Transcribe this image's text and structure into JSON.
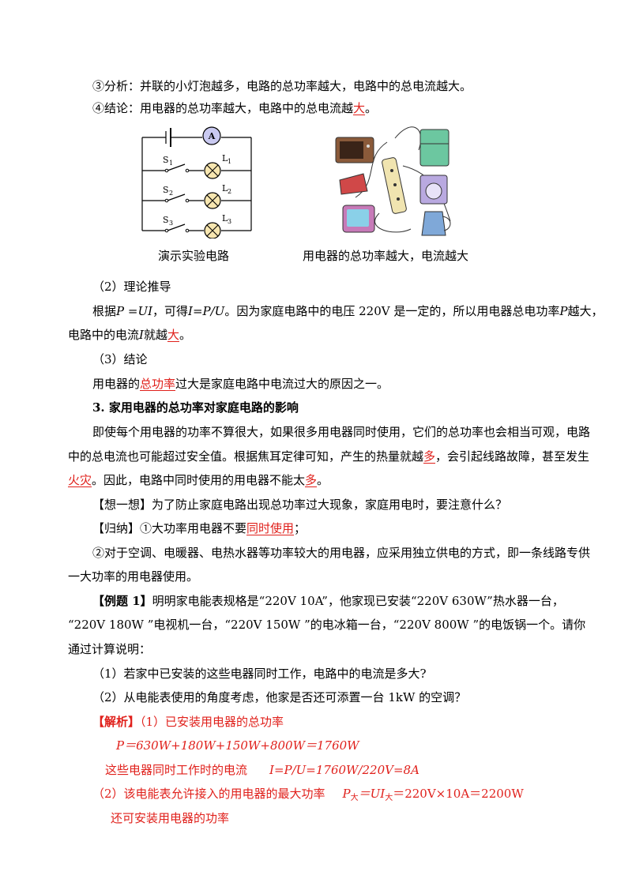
{
  "lines": {
    "l1": "③分析：并联的小灯泡越多，电路的总功率越大，电路中的总电流越大。",
    "l2_pre": "④结论：用电器的总功率越大，电路中的总电流越",
    "l2_ans": "大",
    "l2_post": "。",
    "cap1": "演示实验电路",
    "cap2": "用电器的总功率越大，电流越大",
    "h2": "（2）理论推导",
    "p1_a": "根据",
    "p1_b": "P",
    "p1_c": " =",
    "p1_d": "UI",
    "p1_e": "，可得",
    "p1_f": "I=P/U",
    "p1_g": "。因为家庭电路中的电压 220V 是一定的，所以用电器总电功率",
    "p1_h": "P",
    "p1_i": "越大，",
    "p2_a": "电路中的电流",
    "p2_b": "I",
    "p2_c": "就越",
    "p2_ans": "大",
    "p2_post": "。",
    "h3": "（3）结论",
    "p3_pre": "用电器的",
    "p3_ans": "总功率",
    "p3_post": "过大是家庭电路中电流过大的原因之一。",
    "sec3": "3. 家用电器的总功率对家庭电路的影响",
    "p4": "即使每个用电器的功率不算很大，如果很多用电器同时使用，它们的总功率也会相当可观，电路",
    "p5_pre": "中的总电流也可能超过安全值。根据焦耳定律可知，产生的热量就越",
    "p5_ans": "多",
    "p5_post": "，会引起线路故障，甚至发生",
    "p6_ans1": "火灾",
    "p6_mid": "。因此，电路中同时使用的用电器不能太",
    "p6_ans2": "多",
    "p6_post": "。",
    "think": "【想一想】为了防止家庭电路出现总功率过大现象，家庭用电时，要注意什么？",
    "sum_pre": "【归纳】①大功率用电器不要",
    "sum_ans": "同时使用",
    "sum_post": "；",
    "sum2": "②对于空调、电暖器、电热水器等功率较大的用电器，应采用独立供电的方式，即一条线路专供",
    "sum3": "一大功率的用电器使用。",
    "ex1_tag": "【例题 1】",
    "ex1_a": "明明家电能表规格是“220V 10A”，他家现已安装“220V 630W”热水器一台，",
    "ex1_b": "“220V 180W  ”电视机一台，“220V 150W  ”的电冰箱一台，“220V 800W  ”的电饭锅一个。请你",
    "ex1_c": "通过计算说明：",
    "q1": "（1）若家中已安装的这些电器同时工作，电路中的电流是多大?",
    "q2": "（2）从电能表使用的角度考虑，他家是否还可添置一台 1kW 的空调？",
    "sol_tag": "【解析】",
    "sol1": "（1）已安装用电器的总功率",
    "sol2": "P＝630W+180W+150W+800W＝1760W",
    "sol3_a": "这些电器同时工作时的电流",
    "sol3_b": "I=P/U=1760W/220V=8A",
    "sol4_a": "（2）该电能表允许接入的用电器的最大功率",
    "sol4_b": "P",
    "sol4_sub": "大",
    "sol4_c": "＝UI",
    "sol4_sub2": "大",
    "sol4_d": "＝220V×10A＝2200W",
    "sol5": "还可安装用电器的功率"
  },
  "circuit": {
    "ammeter": "A",
    "s1": "S",
    "s1n": "1",
    "s2": "S",
    "s2n": "2",
    "s3": "S",
    "s3n": "3",
    "l1": "L",
    "l1n": "1",
    "l2": "L",
    "l2n": "2",
    "l3": "L",
    "l3n": "3"
  },
  "colors": {
    "answer": "#e0201b",
    "text": "#000000"
  }
}
